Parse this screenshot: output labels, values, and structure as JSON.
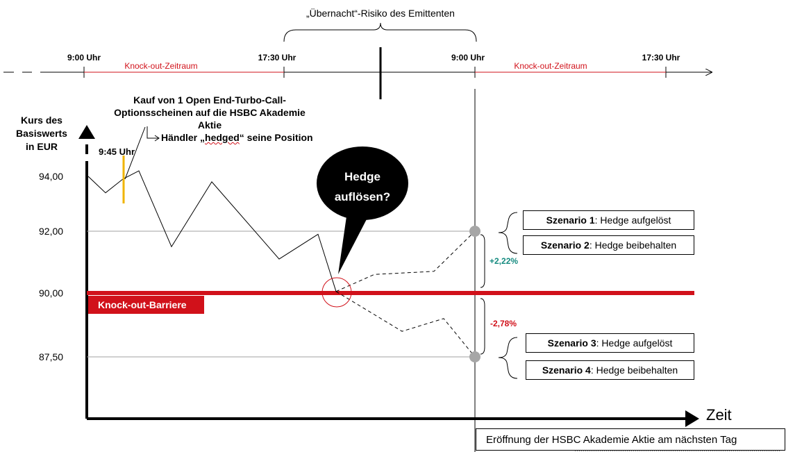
{
  "header": {
    "overnight_risk": "„Übernacht“-Risiko des Emittenten"
  },
  "timeline": {
    "times": [
      "9:00 Uhr",
      "17:30 Uhr",
      "9:00 Uhr",
      "17:30 Uhr"
    ],
    "period_label_1": "Knock-out-Zeitraum",
    "period_label_2": "Knock-out-Zeitraum"
  },
  "annotations": {
    "purchase": "Kauf von 1 Open End-Turbo-Call-Optionsscheinen auf die HSBC Akademie Aktie",
    "purchase_lines": [
      "Kauf von 1 Open End-Turbo-Call-",
      "Optionsscheinen auf die HSBC Akademie",
      "Aktie"
    ],
    "dealer_prefix": "Händler „",
    "dealer_word": "hedged",
    "dealer_suffix": "“ seine Position",
    "time_marker": "9:45 Uhr",
    "bubble_line1": "Hedge",
    "bubble_line2": "auflösen?",
    "barrier": "Knock-out-Barriere",
    "change_up": "+2,22%",
    "change_down": "-2,78%",
    "next_day_open": "Eröffnung der HSBC Akademie Aktie am nächsten Tag"
  },
  "axes": {
    "ylabel_lines": [
      "Kurs des",
      "Basiswerts",
      "in EUR"
    ],
    "xlabel": "Zeit",
    "yticks": [
      "94,00",
      "92,00",
      "90,00",
      "87,50"
    ]
  },
  "scenarios": [
    {
      "bold": "Szenario 1",
      "rest": ": Hedge aufgelöst"
    },
    {
      "bold": "Szenario 2",
      "rest": ": Hedge beibehalten"
    },
    {
      "bold": "Szenario 3",
      "rest": ": Hedge aufgelöst"
    },
    {
      "bold": "Szenario 4",
      "rest": ": Hedge beibehalten"
    }
  ],
  "colors": {
    "barrier": "#d1111a",
    "marker": "#f0b400",
    "up": "#148a7f",
    "down": "#d1111a",
    "point": "#a6a6a6"
  },
  "price_path": {
    "values": [
      94.0,
      93.4,
      93.9,
      94.2,
      91.5,
      93.8,
      91.1,
      91.9,
      90.05
    ]
  },
  "scenario_paths": {
    "up_values": [
      90.05,
      90.6,
      90.7,
      92.0
    ],
    "down_values": [
      90.05,
      88.5,
      89.0,
      87.5
    ]
  }
}
